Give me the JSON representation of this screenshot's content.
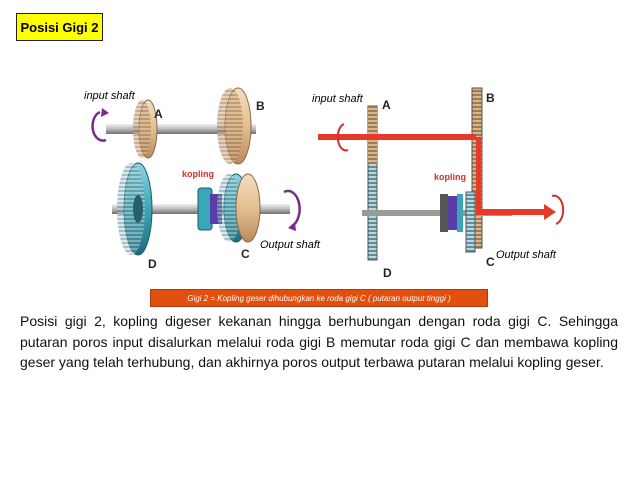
{
  "slide": {
    "title": "Posisi Gigi 2",
    "caption": "Gigi 2 = Kopling geser dihubungkan ke roda gigi C ( putaran output tinggi )",
    "paragraph": "Posisi gigi 2, kopling digeser kekanan hingga berhubungan dengan roda gigi C. Sehingga putaran poros input disalurkan melalui roda gigi B memutar roda gigi C dan membawa kopling geser yang telah  terhubung,  dan  akhirnya  poros output terbawa putaran melalui kopling geser."
  },
  "left_figure": {
    "input_label": "input shaft",
    "output_label": "Output shaft",
    "coupling_label": "kopling",
    "gear_a": "A",
    "gear_b": "B",
    "gear_c": "C",
    "gear_d": "D"
  },
  "right_figure": {
    "input_label": "input shaft",
    "output_label": "Output shaft",
    "coupling_label": "kopling",
    "gear_a": "A",
    "gear_b": "B",
    "gear_c": "C",
    "gear_d": "D"
  },
  "colors": {
    "title_bg": "#ffff00",
    "caption_bg": "#e25010",
    "gear_tan": "#e8c9a0",
    "gear_teal": "#3aa6b8",
    "power_flow": "#e53a2a",
    "coupling_purple": "#5a3ea8"
  }
}
